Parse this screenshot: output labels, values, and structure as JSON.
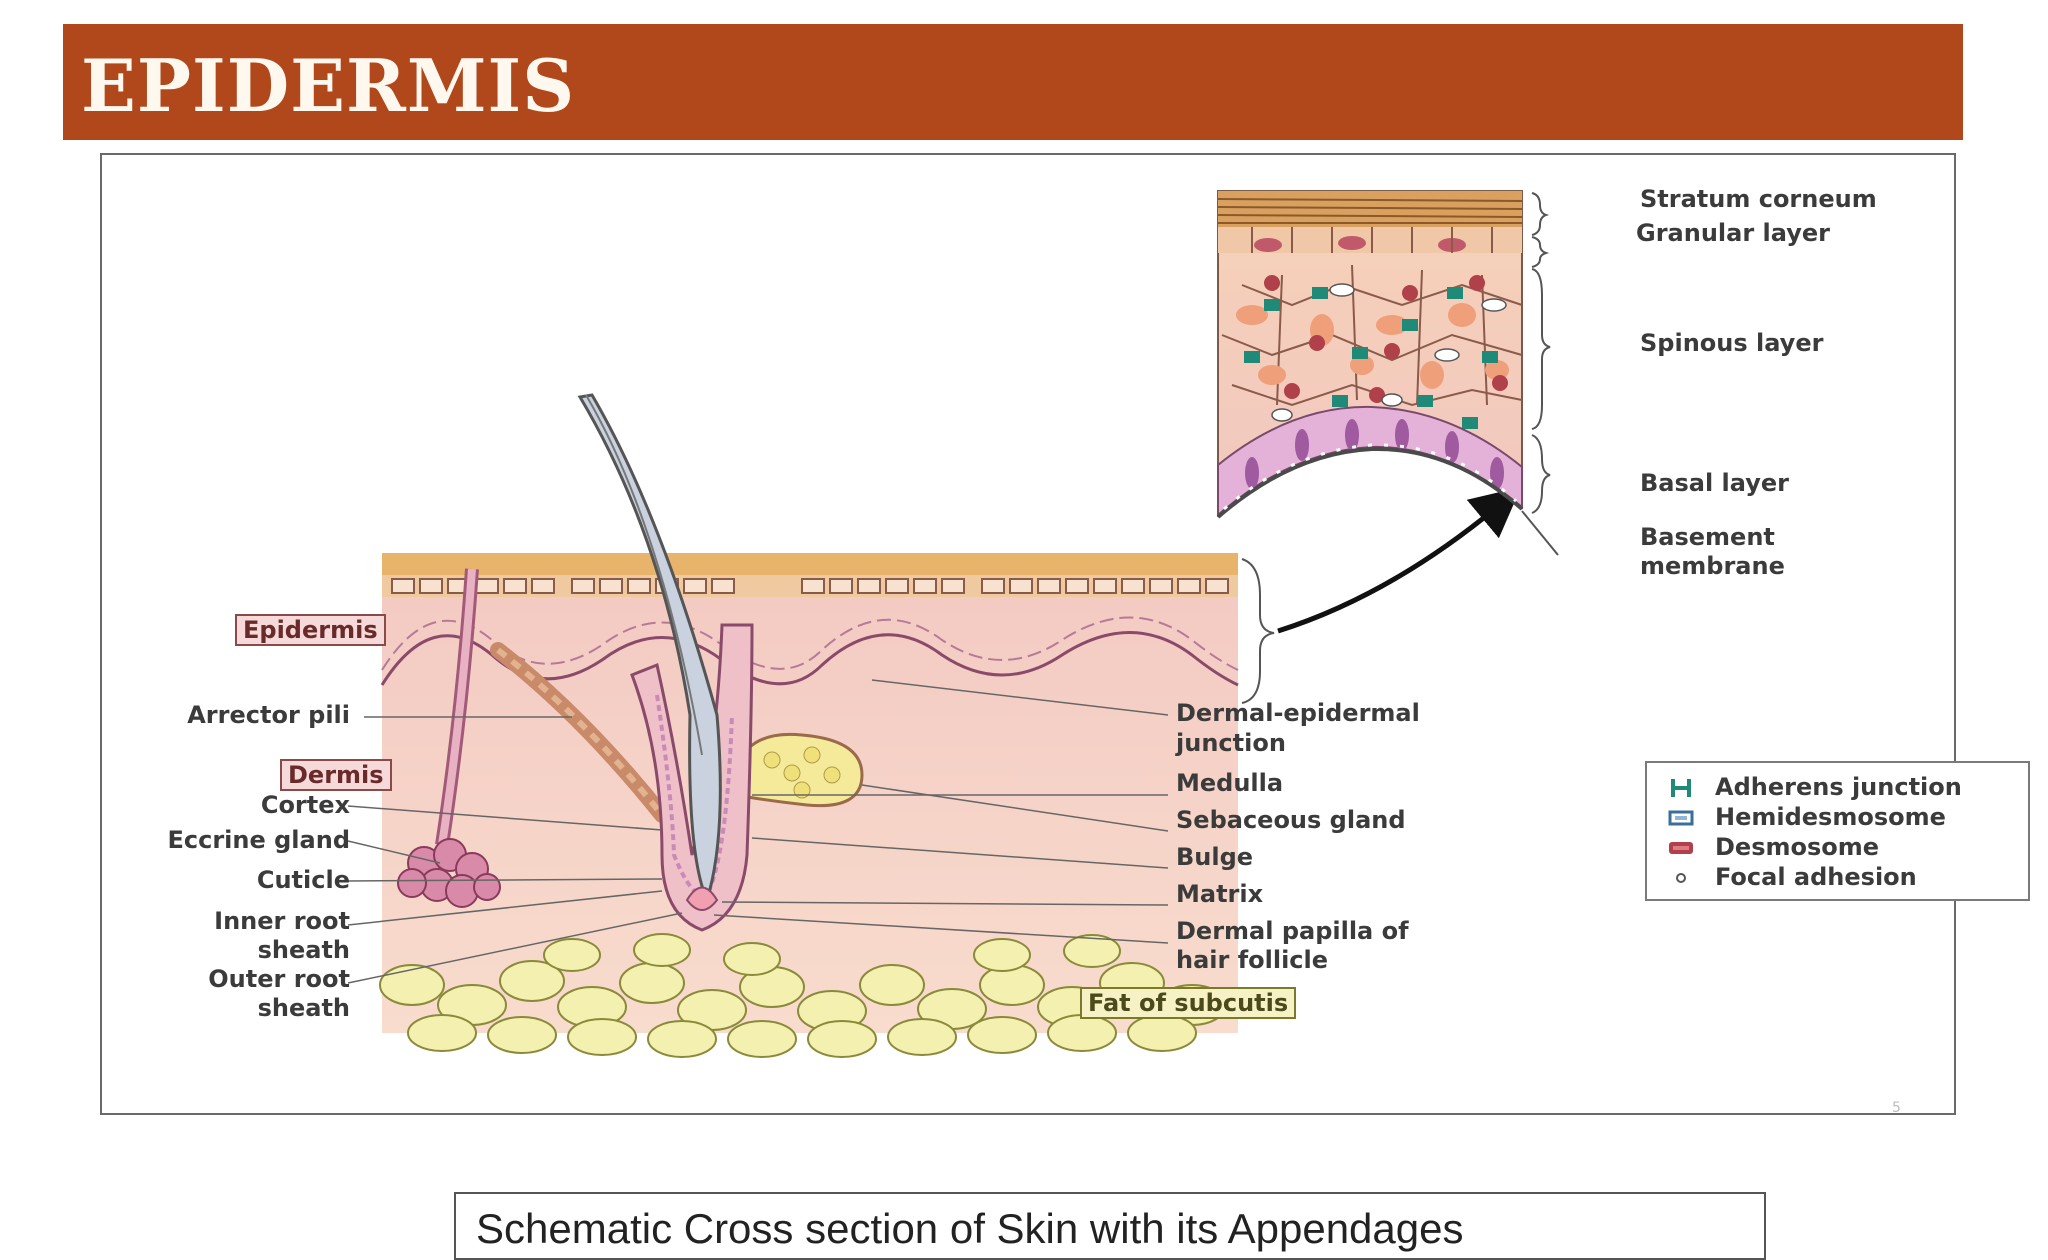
{
  "title": "EPIDERMIS",
  "caption": "Schematic Cross section of Skin with its Appendages",
  "page_number": "5",
  "boxed_labels": {
    "epidermis": "Epidermis",
    "dermis": "Dermis",
    "fat": "Fat of subcutis"
  },
  "left_labels": {
    "arrector_pili": "Arrector pili",
    "cortex": "Cortex",
    "eccrine_gland": "Eccrine gland",
    "cuticle": "Cuticle",
    "inner_root_1": "Inner root",
    "inner_root_2": "sheath",
    "outer_root_1": "Outer root",
    "outer_root_2": "sheath"
  },
  "right_labels": {
    "dej_1": "Dermal-epidermal",
    "dej_2": "junction",
    "medulla": "Medulla",
    "sebaceous": "Sebaceous gland",
    "bulge": "Bulge",
    "matrix": "Matrix",
    "papilla_1": "Dermal papilla of",
    "papilla_2": "hair follicle"
  },
  "inset_labels": {
    "corneum": "Stratum corneum",
    "granular": "Granular layer",
    "spinous": "Spinous layer",
    "basal": "Basal layer",
    "basement_1": "Basement",
    "basement_2": "membrane"
  },
  "legend": [
    {
      "label": "Adherens junction",
      "icon": "adherens-junction-icon",
      "color": "#1f8a78"
    },
    {
      "label": "Hemidesmosome",
      "icon": "hemidesmosome-icon",
      "color": "#3a6f9a"
    },
    {
      "label": "Desmosome",
      "icon": "desmosome-icon",
      "color": "#b0404a"
    },
    {
      "label": "Focal adhesion",
      "icon": "focal-adhesion-icon",
      "color": "#555555"
    }
  ],
  "colors": {
    "banner": "#b0481c",
    "skin": "#f4c9c4",
    "epidermis_top": "#e8b36a",
    "fat": "#f3f0b0",
    "hair": "#9a9a9a"
  }
}
